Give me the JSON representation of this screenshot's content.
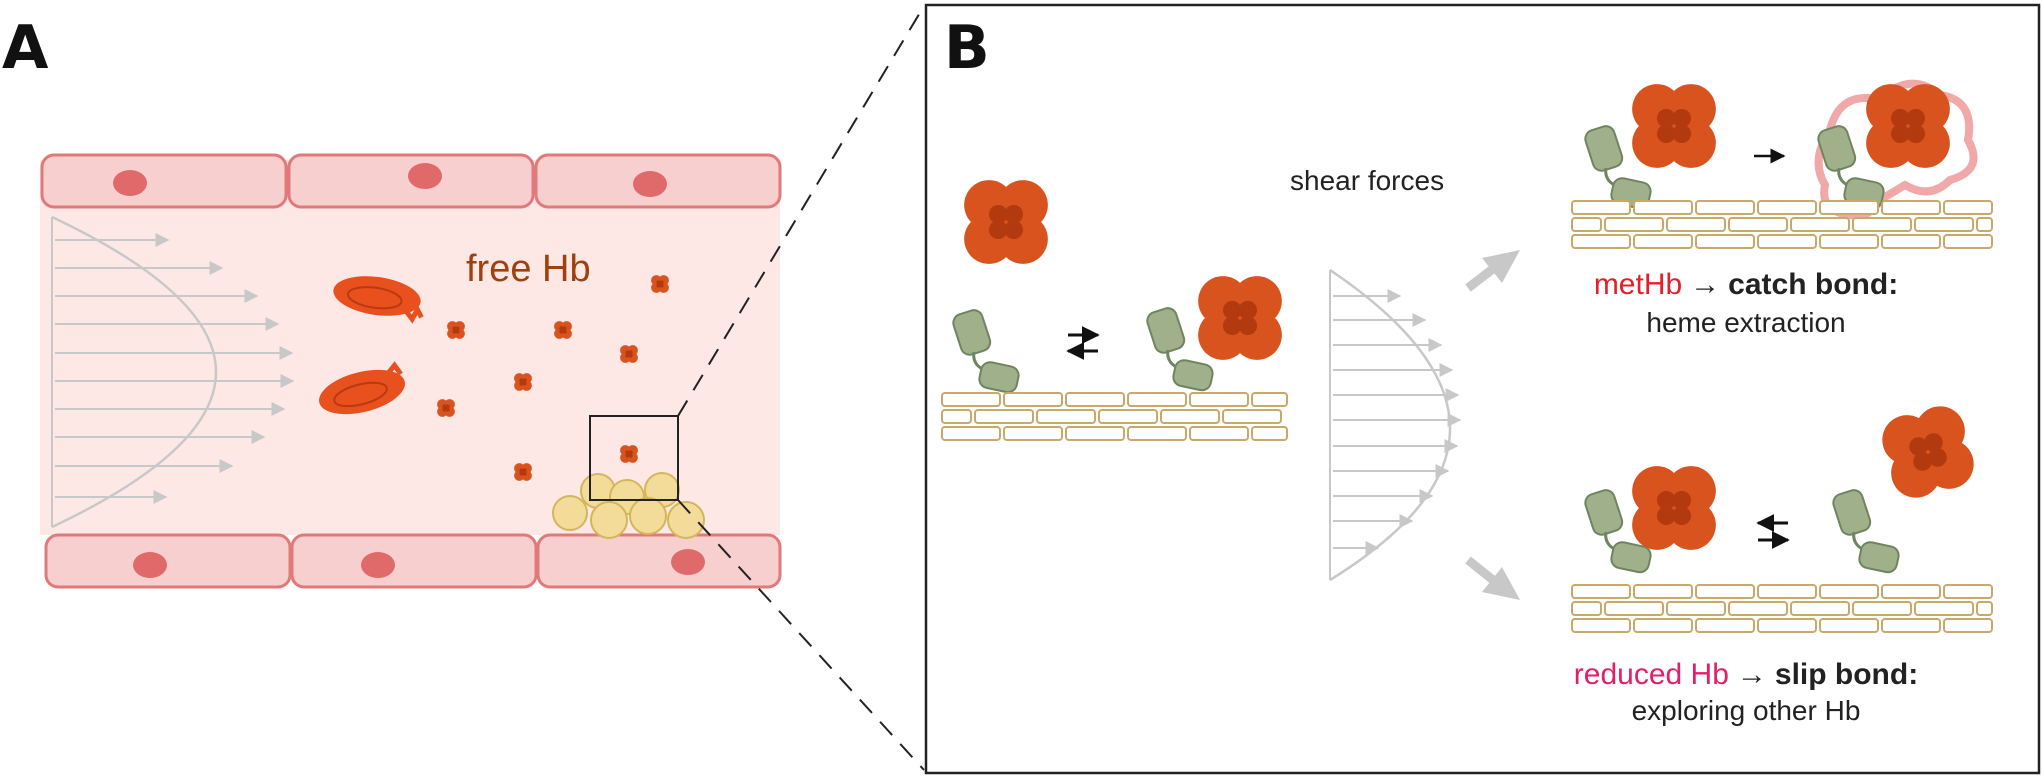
{
  "panel_a": {
    "letter": "A",
    "free_hb_label": "free Hb"
  },
  "panel_b": {
    "letter": "B",
    "shear_label": "shear forces",
    "top_outcome": {
      "species": "metHb",
      "arrow": "→",
      "bond": "catch bond",
      "colon": ":",
      "result": "heme extraction"
    },
    "bottom_outcome": {
      "species": "reduced Hb",
      "arrow": "→",
      "bond": "slip bond",
      "colon": ":",
      "result": "exploring other Hb"
    }
  },
  "colors": {
    "vessel_wall": "#f8cfcf",
    "vessel_wall_stroke": "#e07a7a",
    "nucleus": "#e06a6a",
    "lumen": "#fde8e6",
    "rbc": "#e8501e",
    "hb": "#d9531e",
    "hb_core": "#b23a0e",
    "brick_stroke": "#c9a86a",
    "receptor": "#9fb08a",
    "receptor_stroke": "#6f8560",
    "platelet": "#f3dc9a",
    "metHb_text": "#e0202a",
    "reducedHb_text": "#e0206a",
    "free_hb_text": "#a0400e",
    "flow_arrow": "#c8c8c8"
  }
}
